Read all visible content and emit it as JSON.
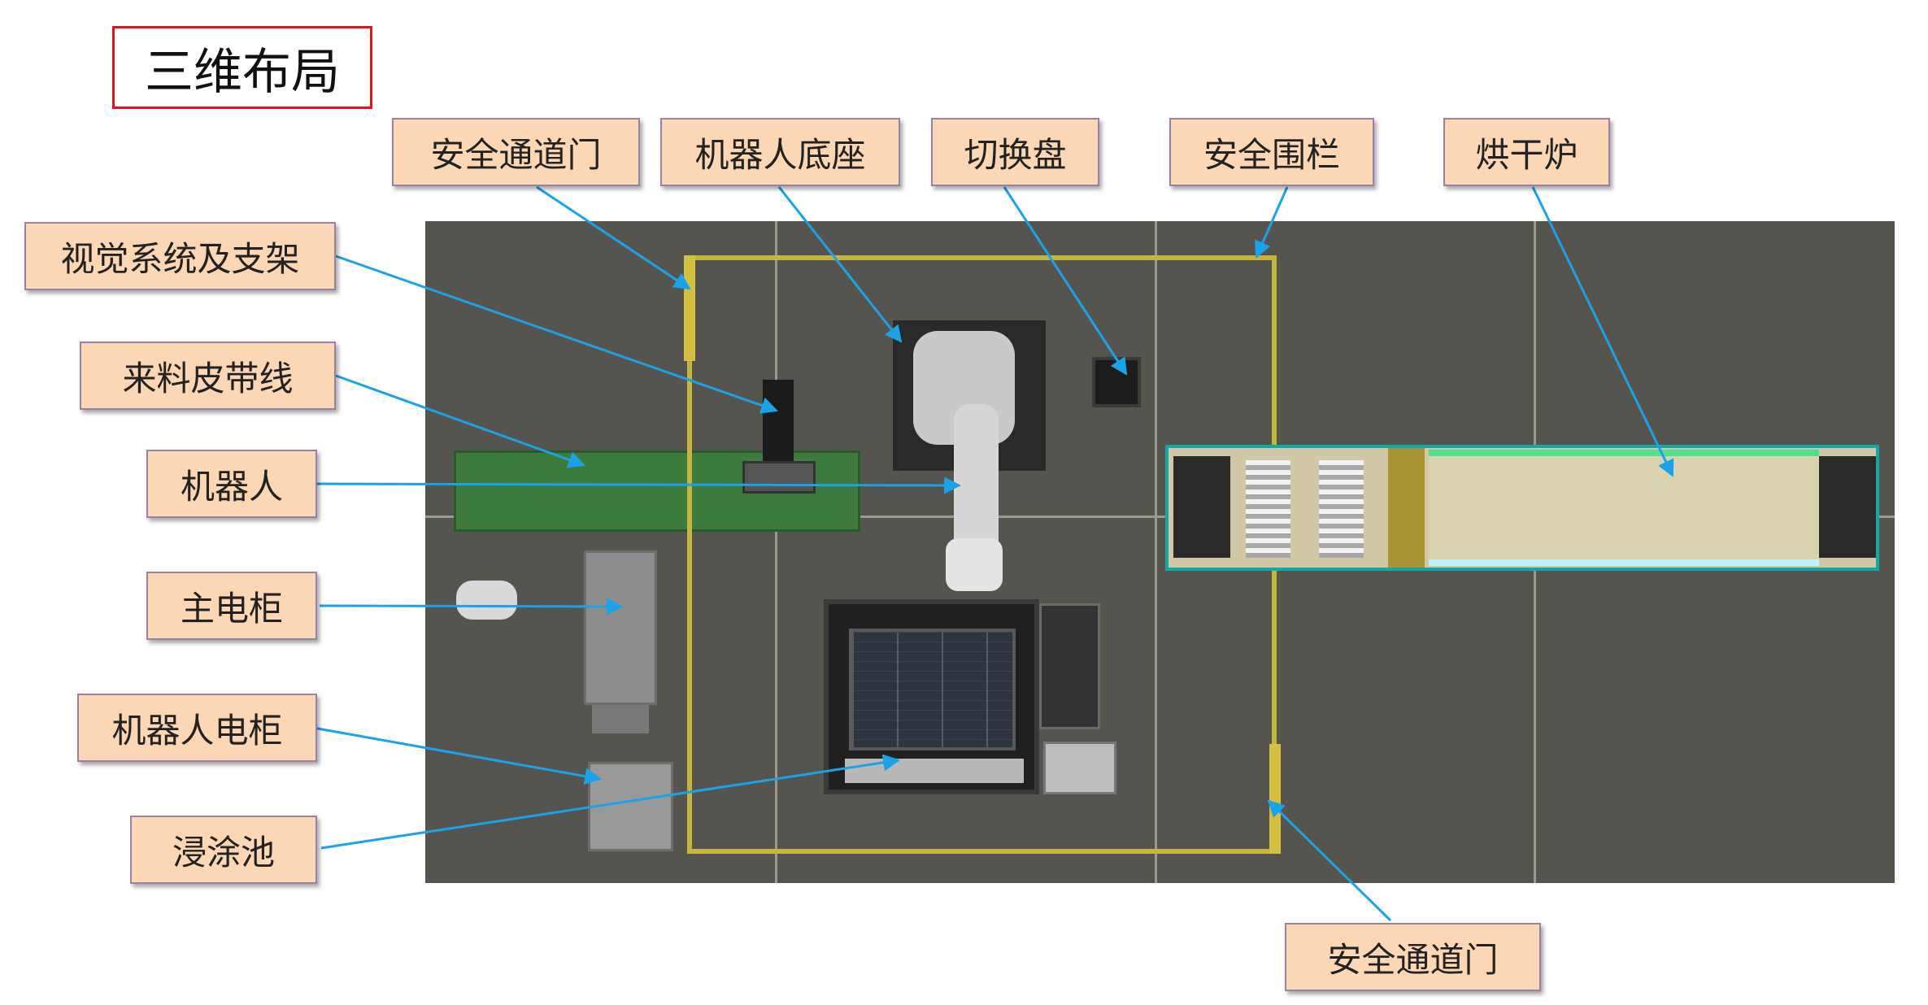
{
  "title": "三维布局",
  "labels": {
    "door_top": "安全通道门",
    "robot_base": "机器人底座",
    "switch_plate": "切换盘",
    "fence": "安全围栏",
    "dryer": "烘干炉",
    "vision": "视觉系统及支架",
    "conveyor": "来料皮带线",
    "robot": "机器人",
    "main_cabinet": "主电柜",
    "robot_cabinet": "机器人电柜",
    "dip_tank": "浸涂池",
    "door_bottom": "安全通道门"
  },
  "colors": {
    "floor": "#56544f",
    "fence": "#c7b43c",
    "conveyor": "#3c7a3e",
    "dryer_body": "#d2c8a6",
    "callout_line": "#1aa3e8",
    "label_fill": "#fbd7b5",
    "title_border": "#e0141e"
  }
}
